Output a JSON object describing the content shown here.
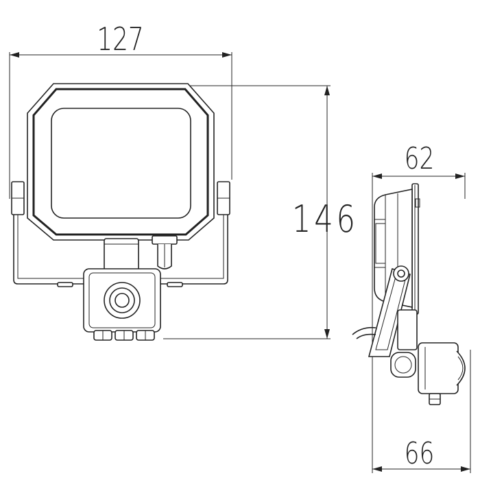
{
  "dimensions": {
    "front_width": "127",
    "front_height": "146",
    "side_depth": "62",
    "side_total_depth": "66"
  },
  "colors": {
    "line": "#222222",
    "background": "#ffffff"
  }
}
